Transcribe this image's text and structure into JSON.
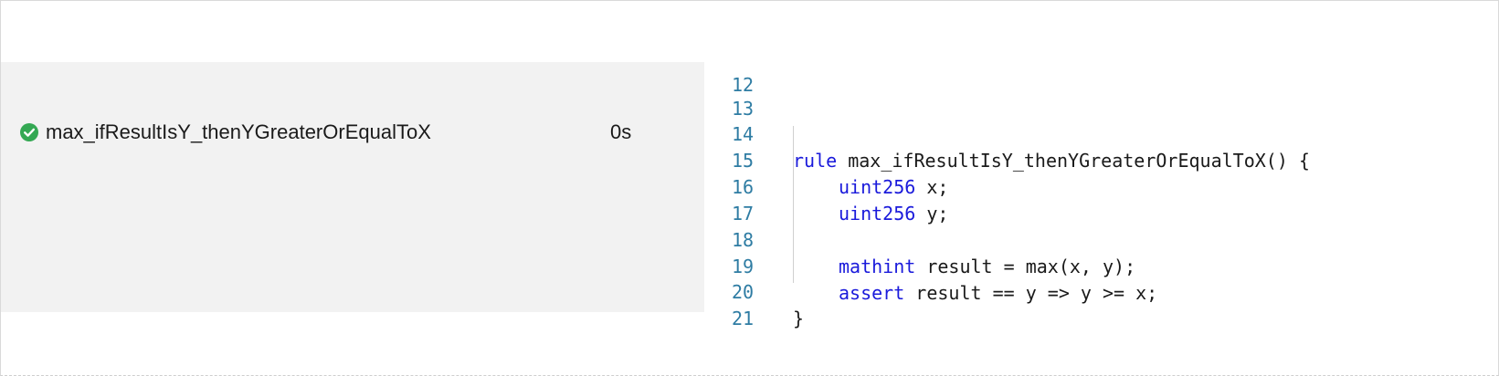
{
  "results": {
    "rule_name": "max_ifResultIsY_thenYGreaterOrEqualToX",
    "time": "0s",
    "status": "passed",
    "status_color": "#34a853"
  },
  "editor": {
    "partial_line_number": "12",
    "lines": [
      {
        "num": "13",
        "text": ""
      },
      {
        "num": "14",
        "kw": "rule",
        "rest": " max_ifResultIsY_thenYGreaterOrEqualToX() {"
      },
      {
        "num": "15",
        "kw": "uint256",
        "rest": " x;"
      },
      {
        "num": "16",
        "kw": "uint256",
        "rest": " y;"
      },
      {
        "num": "17",
        "text": ""
      },
      {
        "num": "18",
        "kw": "mathint",
        "rest": " result = max(x, y);"
      },
      {
        "num": "19",
        "kw": "assert",
        "rest": " result == y => y >= x;"
      },
      {
        "num": "20",
        "text": "}"
      },
      {
        "num": "21",
        "text": ""
      }
    ],
    "keyword_color": "#1a1adb",
    "line_number_color": "#2e7ca3"
  }
}
